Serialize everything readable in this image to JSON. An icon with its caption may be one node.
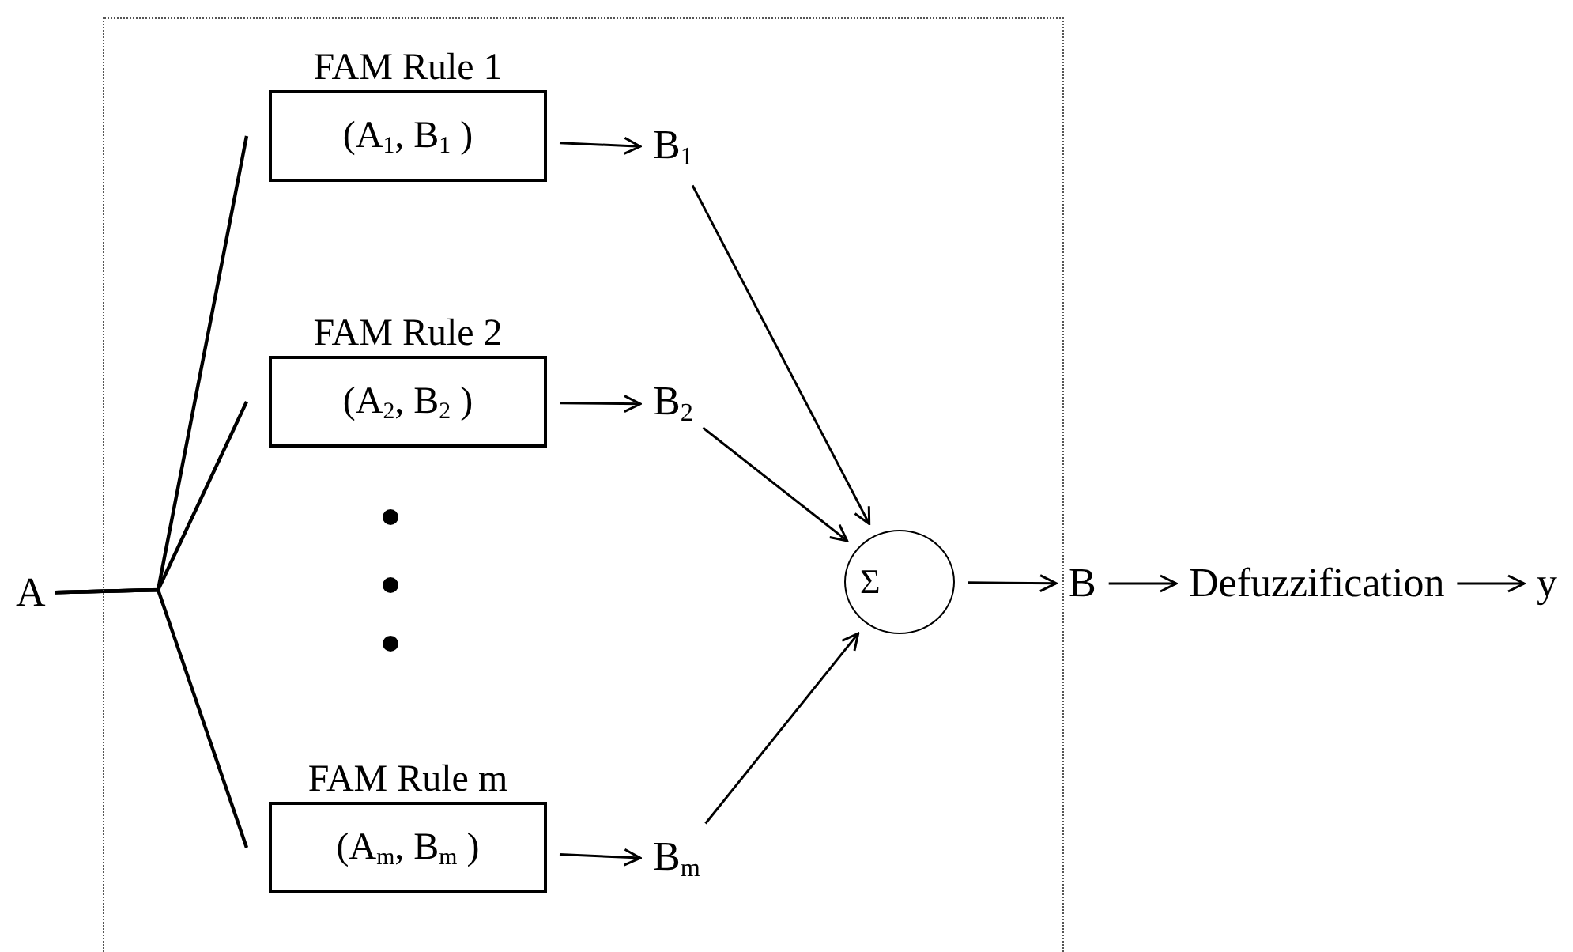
{
  "diagram": {
    "nodes": [
      {
        "text": [],
        "shape": "box"
      },
      {
        "text": [
          "A"
        ]
      },
      {
        "text": [
          "FAM Rule 1",
          "(A$_{1}$, B$_{1}$ )"
        ],
        "in": 0
      },
      {
        "text": [
          "B$_{1}$"
        ],
        "in": 0
      },
      {
        "text": [
          "FAM Rule 2",
          "(A$_{2}$, B$_{2}$ )"
        ],
        "in": 0
      },
      {
        "text": [
          "B$_{2}$"
        ],
        "in": 0
      },
      {
        "text": [
          "FAM Rule m",
          "(A$_{m}$, B$_{m}$ )"
        ],
        "in": 0
      },
      {
        "text": [
          "B$_{m}$"
        ],
        "in": 0
      },
      {
        "text": [
          "Σ"
        ],
        "in": 0
      },
      {
        "text": [
          "B"
        ]
      },
      {
        "text": [
          "Defuzzification"
        ]
      },
      {
        "text": [
          "y"
        ]
      }
    ],
    "edges": [
      {
        "from": 1,
        "to": 2,
        "arrow": "none"
      },
      {
        "from": 1,
        "to": 4,
        "arrow": "none"
      },
      {
        "from": 1,
        "to": 6,
        "arrow": "none"
      },
      {
        "from": 2,
        "to": 3,
        "arrow": "to"
      },
      {
        "from": 4,
        "to": 5,
        "arrow": "to"
      },
      {
        "from": 6,
        "to": 7,
        "arrow": "to"
      },
      {
        "from": 3,
        "to": 8,
        "arrow": "to"
      },
      {
        "from": 5,
        "to": 8,
        "arrow": "to"
      },
      {
        "from": 7,
        "to": 8,
        "arrow": "to"
      },
      {
        "from": 8,
        "to": 9,
        "arrow": "to"
      },
      {
        "from": 9,
        "to": 10,
        "arrow": "to"
      },
      {
        "from": 10,
        "to": 11,
        "arrow": "to"
      }
    ]
  }
}
